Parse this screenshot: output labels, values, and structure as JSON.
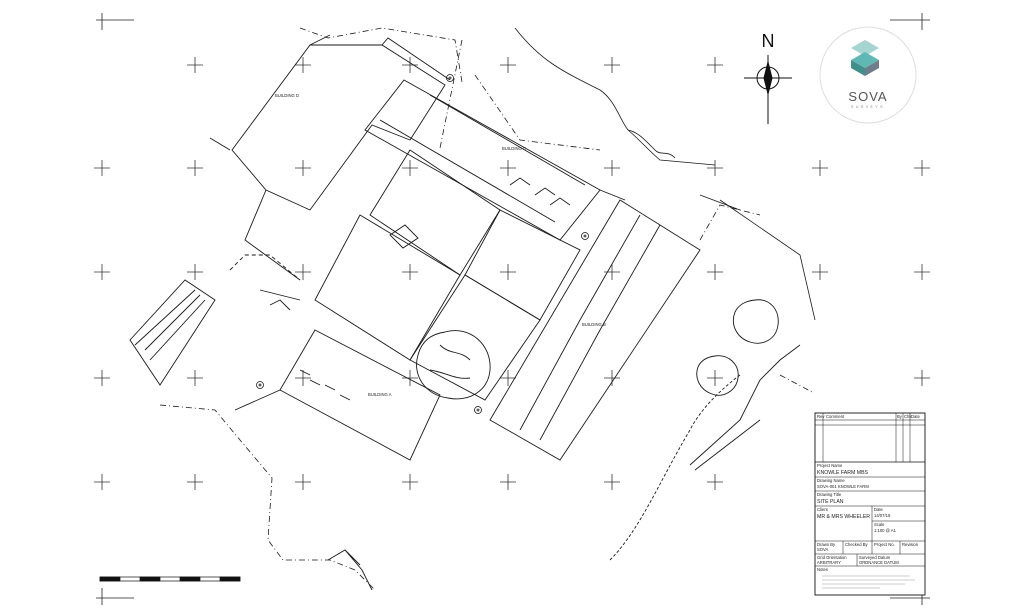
{
  "north_label": "N",
  "logo": {
    "brand": "SOVA",
    "tagline": "SURVEYS",
    "colors": {
      "teal": "#5fb8b4",
      "dark_teal": "#3f8f8c",
      "slate": "#6e7d8a",
      "light": "#a6d4d1"
    }
  },
  "buildings": {
    "a": "BUILDING A",
    "b": "BUILDING B",
    "c": "BUILDING C",
    "d": "BUILDING D"
  },
  "title_block": {
    "revision_header": {
      "rev": "Rev",
      "comment": "Comment",
      "by": "By",
      "chk": "Chk",
      "date": "Date"
    },
    "project_name_label": "Project Name",
    "project_name": "KNOWLE FARM MBS",
    "drawing_name_label": "Drawing Name",
    "drawing_name": "SOVA-001 KNOWLE FARM",
    "drawing_title_label": "Drawing Title",
    "drawing_title": "SITE PLAN",
    "client_label": "Client",
    "client": "MR & MRS WHEELER",
    "date_label": "Date",
    "date_value": "14/07/19",
    "scale_label": "Scale",
    "scale_value": "1:100 @ A1",
    "drawn_by_label": "Drawn By",
    "drawn_by": "SOVA",
    "checked_by_label": "Checked By",
    "project_no_label": "Project No.",
    "revision_label": "Revision",
    "grid_orientation_label": "Grid Orientation",
    "grid_orientation": "ARBITRARY",
    "surveyed_datum_label": "Surveyed Datum",
    "surveyed_datum": "ORDNANCE DATUM",
    "notes_label": "Notes"
  }
}
